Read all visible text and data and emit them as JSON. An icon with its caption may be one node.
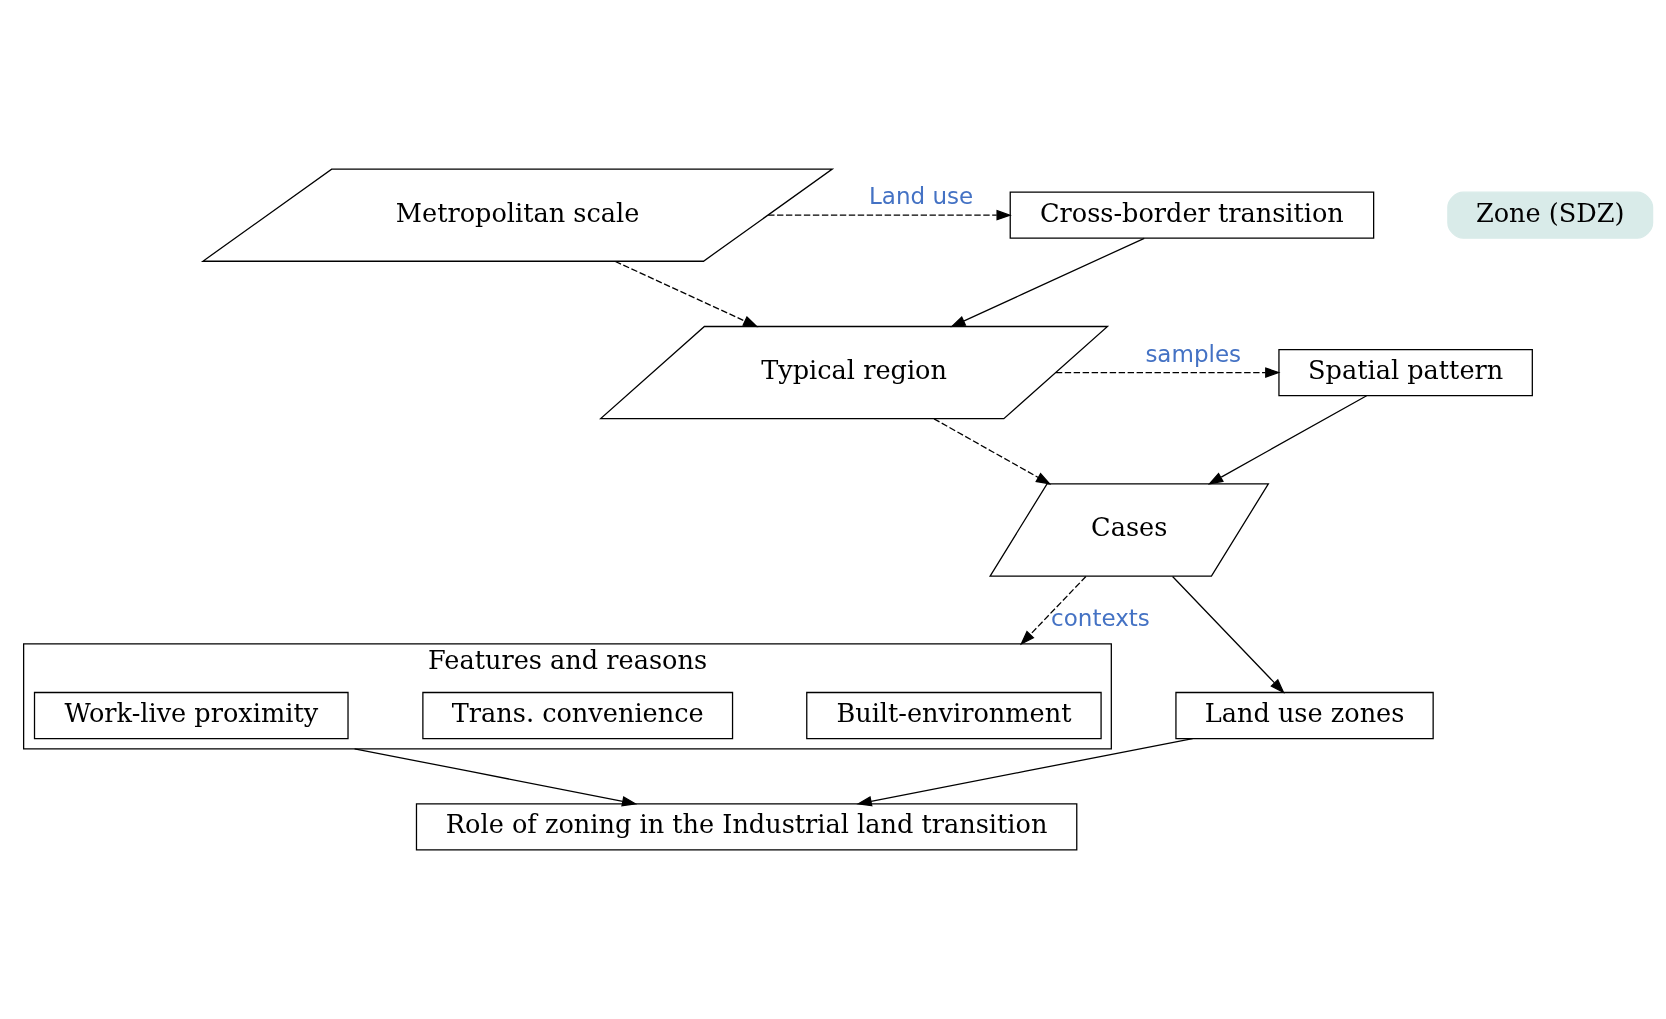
{
  "diagram": {
    "nodes": [
      {
        "text": [
          "Metropolitan scale"
        ]
      },
      {
        "text": [
          "Cross-border transition"
        ]
      },
      {
        "text": [
          "Typical region"
        ]
      },
      {
        "text": [
          "Spatial pattern"
        ]
      },
      {
        "text": [
          "Cases"
        ]
      },
      {
        "text": [
          "Features and reasons"
        ]
      },
      {
        "text": [
          "Built-environment"
        ],
        "in": 5
      },
      {
        "text": [
          "Trans. convenience"
        ],
        "in": 5
      },
      {
        "text": [
          "Work-live proximity"
        ],
        "in": 5
      },
      {
        "text": [
          "Land use zones"
        ]
      },
      {
        "text": [
          "Role of zoning in the Industrial land transition"
        ]
      },
      {
        "text": [
          "Zone (SDZ)"
        ]
      }
    ],
    "edges": [
      {
        "from": 0,
        "to": 1,
        "arrow": "to",
        "style": "dashed",
        "label": "Land use"
      },
      {
        "from": 0,
        "to": 2,
        "arrow": "to",
        "style": "dashed"
      },
      {
        "from": 1,
        "to": 2,
        "arrow": "to"
      },
      {
        "from": 2,
        "to": 3,
        "arrow": "to",
        "style": "dashed",
        "label": "samples"
      },
      {
        "from": 2,
        "to": 4,
        "arrow": "to",
        "style": "dashed"
      },
      {
        "from": 3,
        "to": 4,
        "arrow": "to"
      },
      {
        "from": 4,
        "to": 5,
        "arrow": "to",
        "style": "dashed",
        "label": "contexts"
      },
      {
        "from": 4,
        "to": 9,
        "arrow": "to"
      },
      {
        "from": 9,
        "to": 10,
        "arrow": "to"
      },
      {
        "from": 5,
        "to": 10,
        "arrow": "to"
      }
    ]
  }
}
